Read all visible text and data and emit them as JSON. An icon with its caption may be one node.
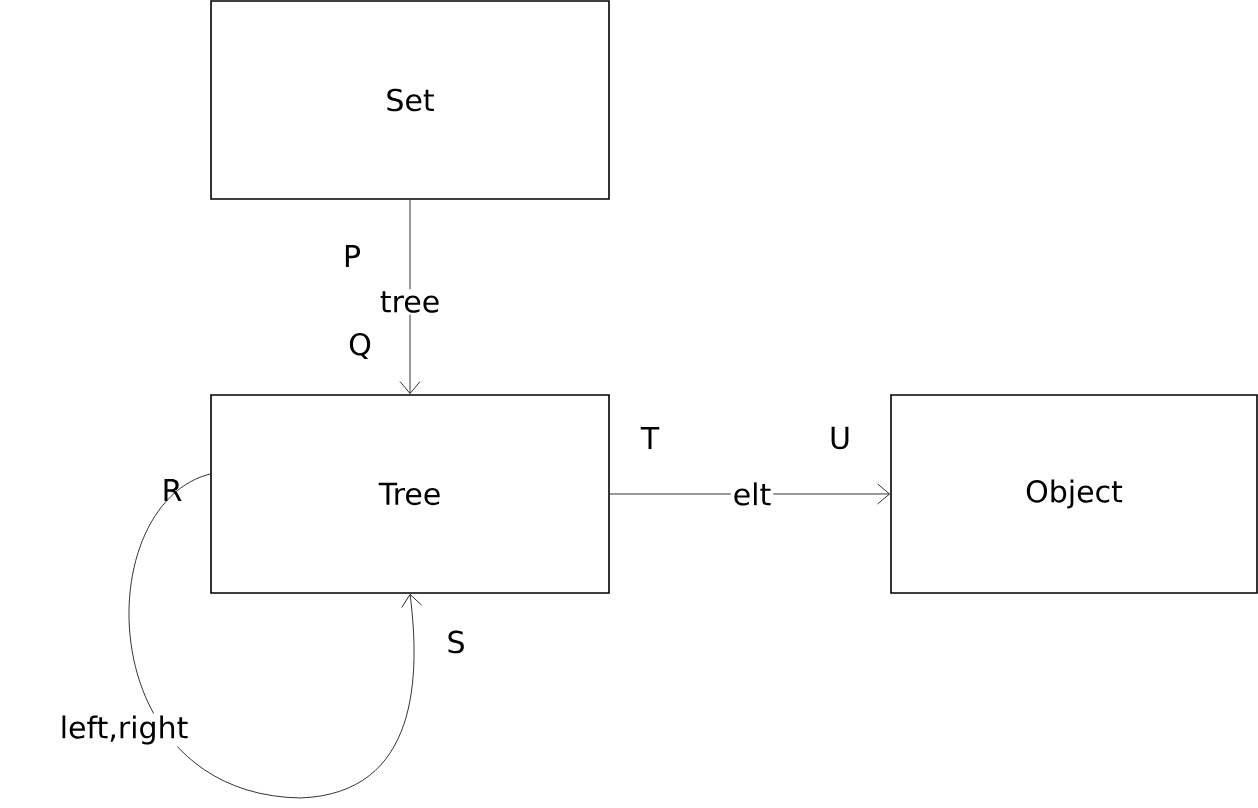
{
  "diagram": {
    "nodes": [
      {
        "text": [
          "Set"
        ]
      },
      {
        "text": [
          "Tree"
        ]
      },
      {
        "text": [
          "Object"
        ]
      }
    ],
    "edges": [
      {
        "from": 0,
        "to": 1,
        "arrow": "to",
        "label": "tree"
      },
      {
        "from": 1,
        "to": 2,
        "arrow": "to",
        "label": "elt"
      },
      {
        "from": 1,
        "to": 1,
        "arrow": "to",
        "label": "left,right"
      }
    ],
    "labels": [
      "P",
      "Q",
      "R",
      "S",
      "T",
      "U"
    ]
  }
}
